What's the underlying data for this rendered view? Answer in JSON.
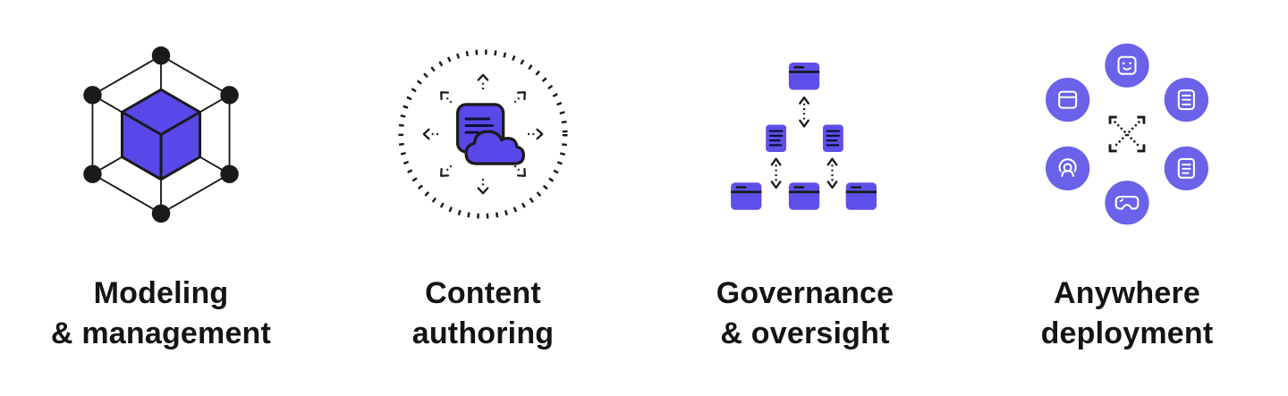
{
  "page": {
    "background_color": "#ffffff",
    "text_color": "#141414",
    "accent_color": "#5847e9",
    "accent_light_color": "#6a62e8",
    "line_color": "#1a1a1a"
  },
  "features": [
    {
      "id": "modeling-management",
      "icon": "network-cube-icon",
      "label_line1": "Modeling",
      "label_line2": "& management"
    },
    {
      "id": "content-authoring",
      "icon": "radiating-document-cloud-icon",
      "label_line1": "Content",
      "label_line2": "authoring"
    },
    {
      "id": "governance-oversight",
      "icon": "hierarchy-sync-icon",
      "label_line1": "Governance",
      "label_line2": "& oversight"
    },
    {
      "id": "anywhere-deployment",
      "icon": "device-ring-expand-icon",
      "circle_icons": [
        "display-face-icon",
        "browser-window-icon",
        "device-lines-icon",
        "broadcast-person-icon",
        "document-lines-icon",
        "vr-headset-icon"
      ],
      "label_line1": "Anywhere",
      "label_line2": "deployment"
    }
  ]
}
